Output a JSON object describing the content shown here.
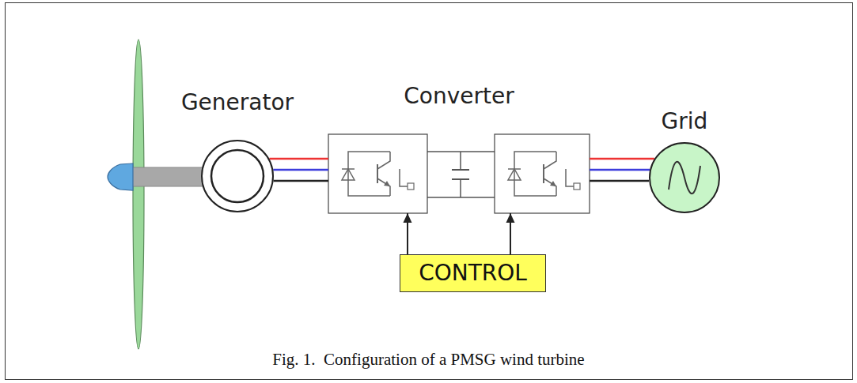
{
  "diagram": {
    "caption": "Fig. 1.  Configuration of a PMSG wind turbine",
    "nodes": [
      {
        "text": [
          "Generator"
        ]
      },
      {
        "text": [
          "Converter"
        ]
      },
      {
        "text": [
          "Grid"
        ]
      },
      {
        "text": [
          "CONTROL"
        ]
      }
    ],
    "edges": [
      {
        "from": 0,
        "to": 1,
        "arrow": "none"
      },
      {
        "from": 1,
        "to": 2,
        "arrow": "none"
      },
      {
        "from": 3,
        "to": 1,
        "arrow": "to"
      },
      {
        "from": 3,
        "to": 1,
        "arrow": "to"
      }
    ]
  }
}
